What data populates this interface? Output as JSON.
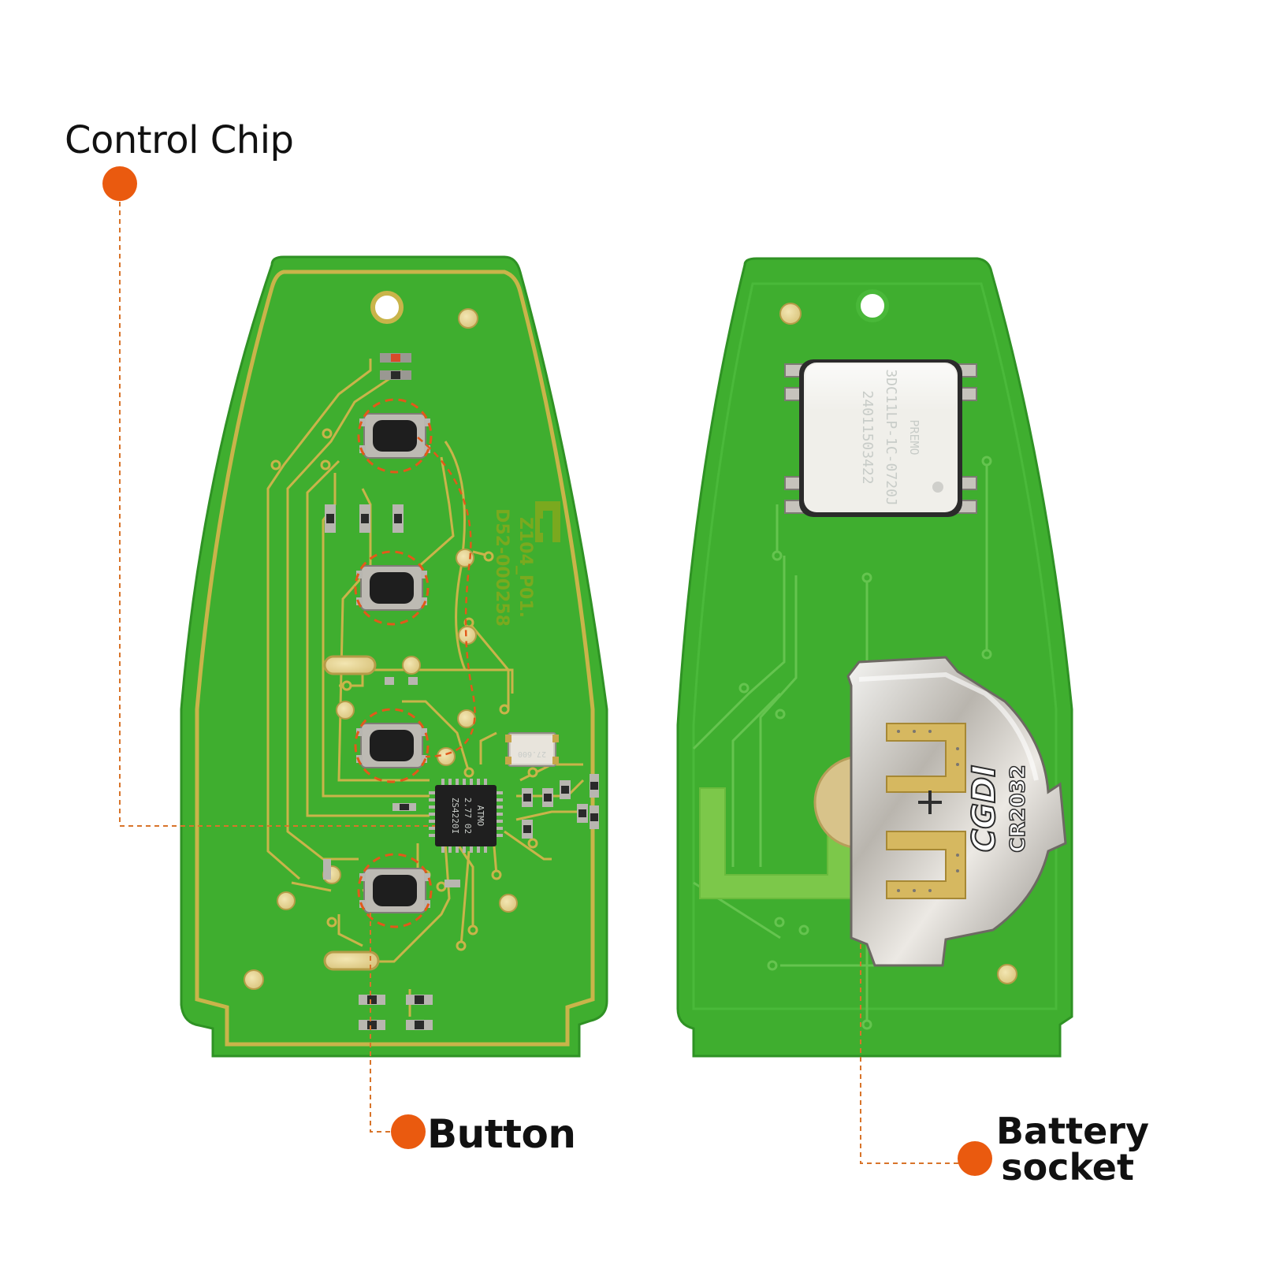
{
  "callouts": {
    "control_chip": "Control Chip",
    "button": "Button",
    "battery_line1": "Battery",
    "battery_line2": "socket"
  },
  "board_front": {
    "silkscreen_line1": "Z104_P01.",
    "silkscreen_line2": "D52-000258",
    "chip_line1": "ATMO",
    "chip_line2": "2.77 02",
    "chip_line3": "ZS4220I",
    "crystal_label": "27.600"
  },
  "board_back": {
    "module_line1": "PREMO",
    "module_line2": "3DC11LP-1C-0720J",
    "module_line3": "24011503422",
    "battery_brand": "CGDI",
    "battery_model": "CR2032"
  },
  "colors": {
    "pcb_green": "#3fae2f",
    "trace_gold": "#c9b44a",
    "marker_orange": "#ea5a0f",
    "callout_line": "#d8742a"
  }
}
